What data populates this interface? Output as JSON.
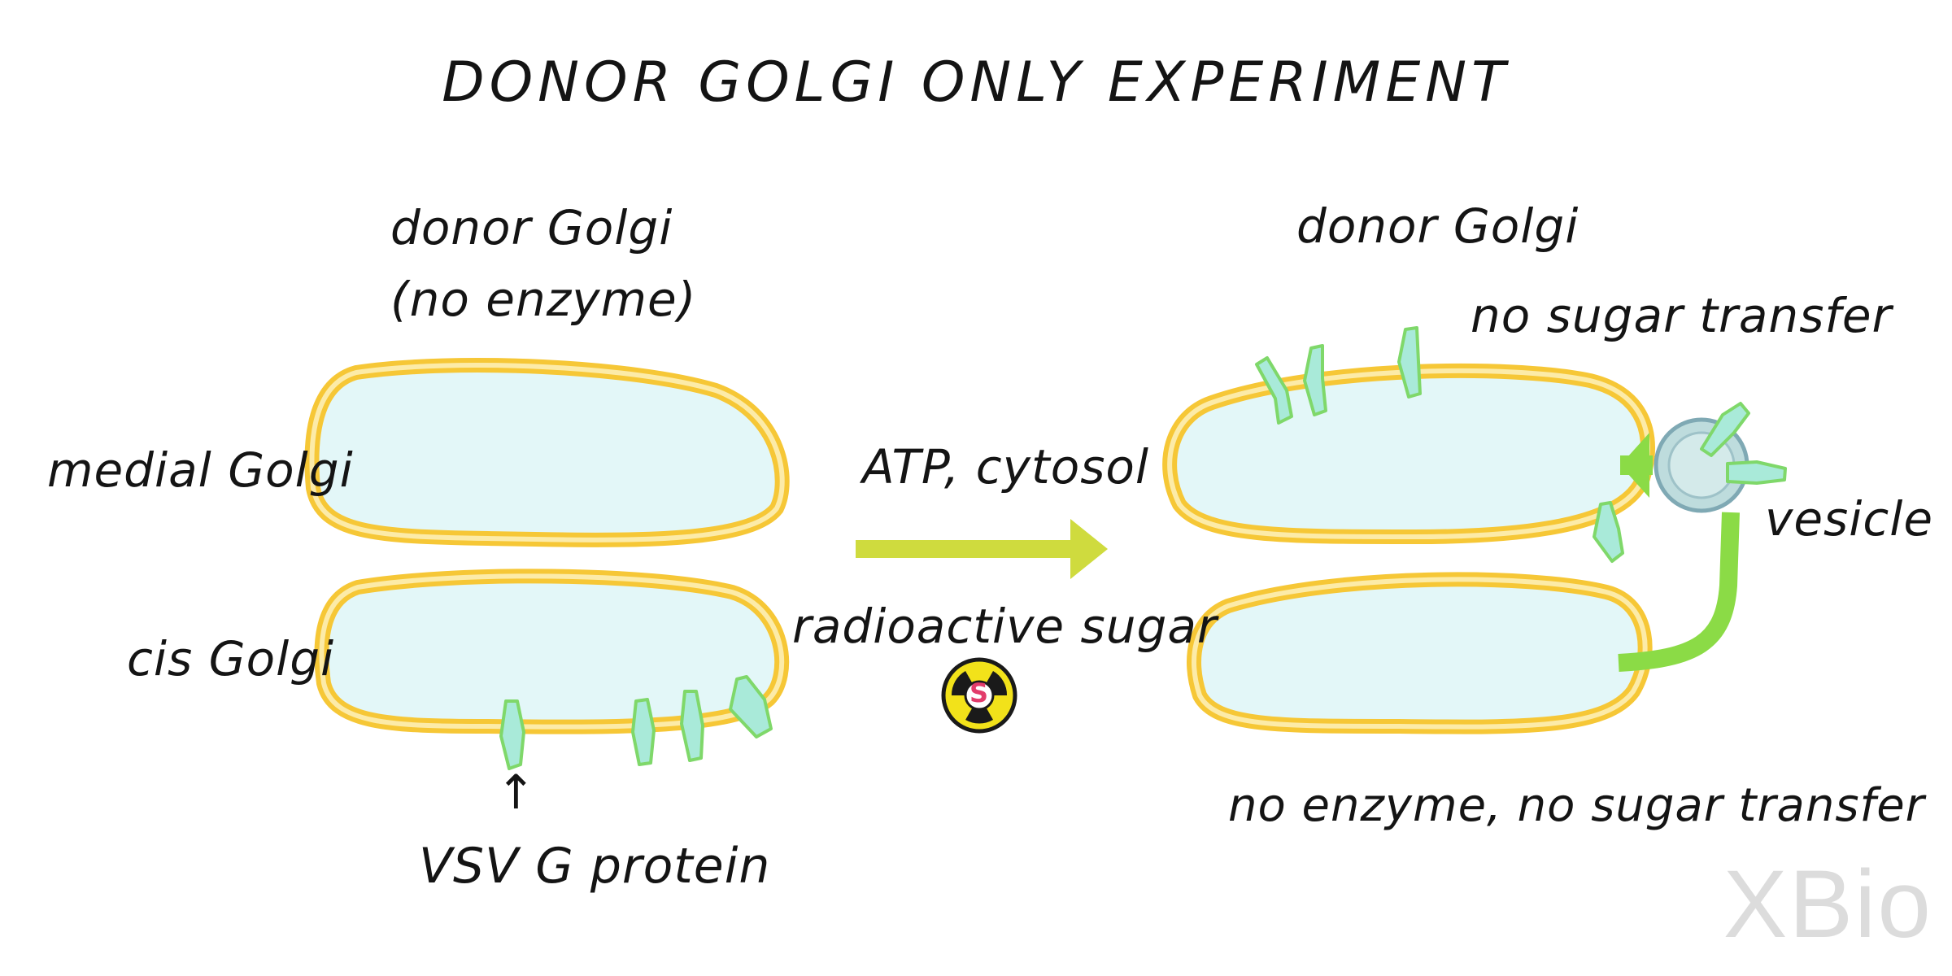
{
  "title": "DONOR GOLGI ONLY EXPERIMENT",
  "left_panel": {
    "heading_line1": "donor Golgi",
    "heading_line2": "(no enzyme)",
    "medial_label": "medial Golgi",
    "cis_label": "cis Golgi",
    "protein_label": "VSV G protein",
    "protein_arrow": "↑"
  },
  "middle": {
    "atp_label": "ATP, cytosol",
    "sugar_label": "radioactive sugar",
    "sugar_badge": "S"
  },
  "right_panel": {
    "heading": "donor Golgi",
    "no_transfer_label": "no sugar transfer",
    "vesicle_label": "vesicle",
    "bottom_label": "no enzyme, no sugar transfer"
  },
  "logo": {
    "text": "XBio"
  },
  "colors": {
    "membrane_outer": "#F6C736",
    "membrane_inner": "#FCEBA8",
    "lumen": "#E3F7F8",
    "protein_fill": "#A9EAD9",
    "protein_stroke": "#7FD86A",
    "process_arrow": "#CFDB3E",
    "transport_arrow": "#8BDB46",
    "vesicle_fill": "#BEDCDD",
    "vesicle_stroke": "#7FA9B4",
    "radioactive_yellow": "#F2E21A",
    "sugar_letter": "#E23C6B"
  }
}
